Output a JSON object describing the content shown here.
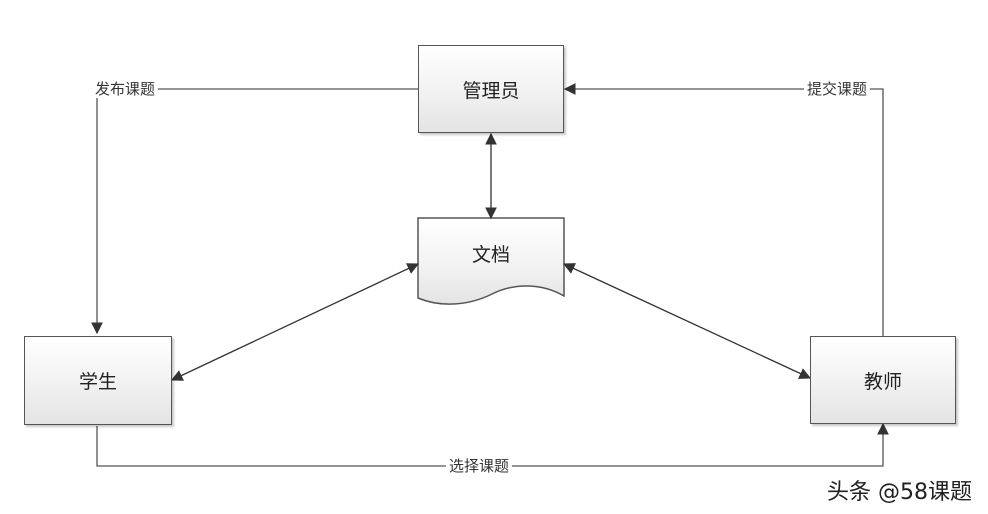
{
  "nodes": {
    "admin": "管理员",
    "document": "文档",
    "student": "学生",
    "teacher": "教师"
  },
  "edges": {
    "publish_topic": "发布课题",
    "submit_topic": "提交课题",
    "select_topic": "选择课题"
  },
  "watermark": "头条 @58课题",
  "colors": {
    "stroke": "#555555",
    "box_fill_top": "#ffffff",
    "box_fill_bottom": "#e4e4e4"
  }
}
